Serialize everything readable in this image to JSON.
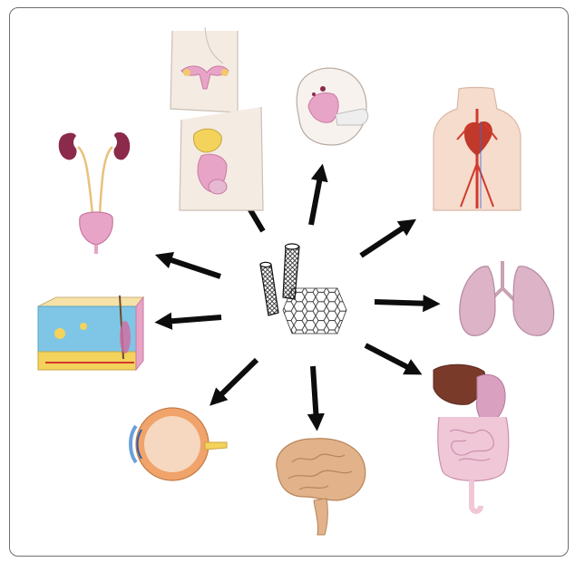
{
  "diagram": {
    "center": {
      "icon": "carbon-nanotubes-graphene-icon"
    },
    "targets": [
      {
        "id": "kidneys-bladder",
        "icon": "kidneys-urinary-bladder-icon"
      },
      {
        "id": "female-reproductive",
        "icon": "female-reproductive-organs-icon"
      },
      {
        "id": "male-reproductive",
        "icon": "male-reproductive-organs-icon"
      },
      {
        "id": "embryo",
        "icon": "embryo-icon"
      },
      {
        "id": "cardiovascular",
        "icon": "heart-vessels-torso-icon"
      },
      {
        "id": "lungs",
        "icon": "lungs-icon"
      },
      {
        "id": "digestive",
        "icon": "digestive-organs-icon"
      },
      {
        "id": "brain",
        "icon": "brain-icon"
      },
      {
        "id": "eye",
        "icon": "eye-icon"
      },
      {
        "id": "skin",
        "icon": "skin-cross-section-icon"
      }
    ],
    "colors": {
      "arrow": "#0d0d0d",
      "frame": "#6e6e6e",
      "organ_pink": "#e8a4c6",
      "kidney": "#8b2a4a",
      "skin_blue": "#7fc6e6",
      "skin_yellow": "#f3d35b",
      "brain": "#e2b38a",
      "lung": "#dcb3c7",
      "eye": "#f0a36a",
      "vessel_red": "#d33a2c"
    }
  }
}
